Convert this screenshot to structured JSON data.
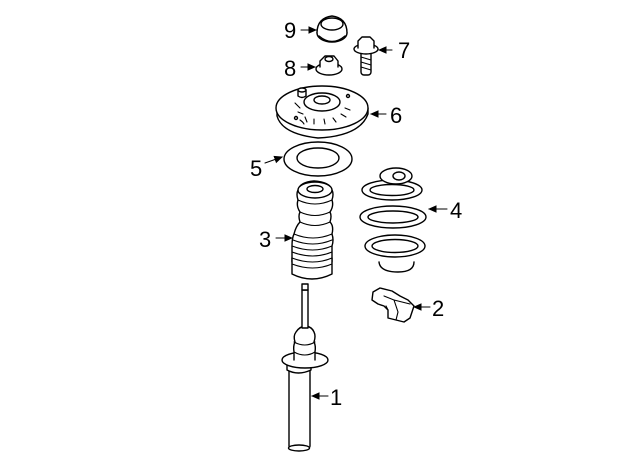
{
  "diagram": {
    "type": "exploded parts diagram",
    "callouts": [
      {
        "id": "1",
        "label": "1",
        "part": "strut"
      },
      {
        "id": "2",
        "label": "2",
        "part": "bracket"
      },
      {
        "id": "3",
        "label": "3",
        "part": "bump stop / boot"
      },
      {
        "id": "4",
        "label": "4",
        "part": "coil spring"
      },
      {
        "id": "5",
        "label": "5",
        "part": "spring seat"
      },
      {
        "id": "6",
        "label": "6",
        "part": "strut mount"
      },
      {
        "id": "7",
        "label": "7",
        "part": "bolt"
      },
      {
        "id": "8",
        "label": "8",
        "part": "nut"
      },
      {
        "id": "9",
        "label": "9",
        "part": "cap"
      }
    ]
  }
}
